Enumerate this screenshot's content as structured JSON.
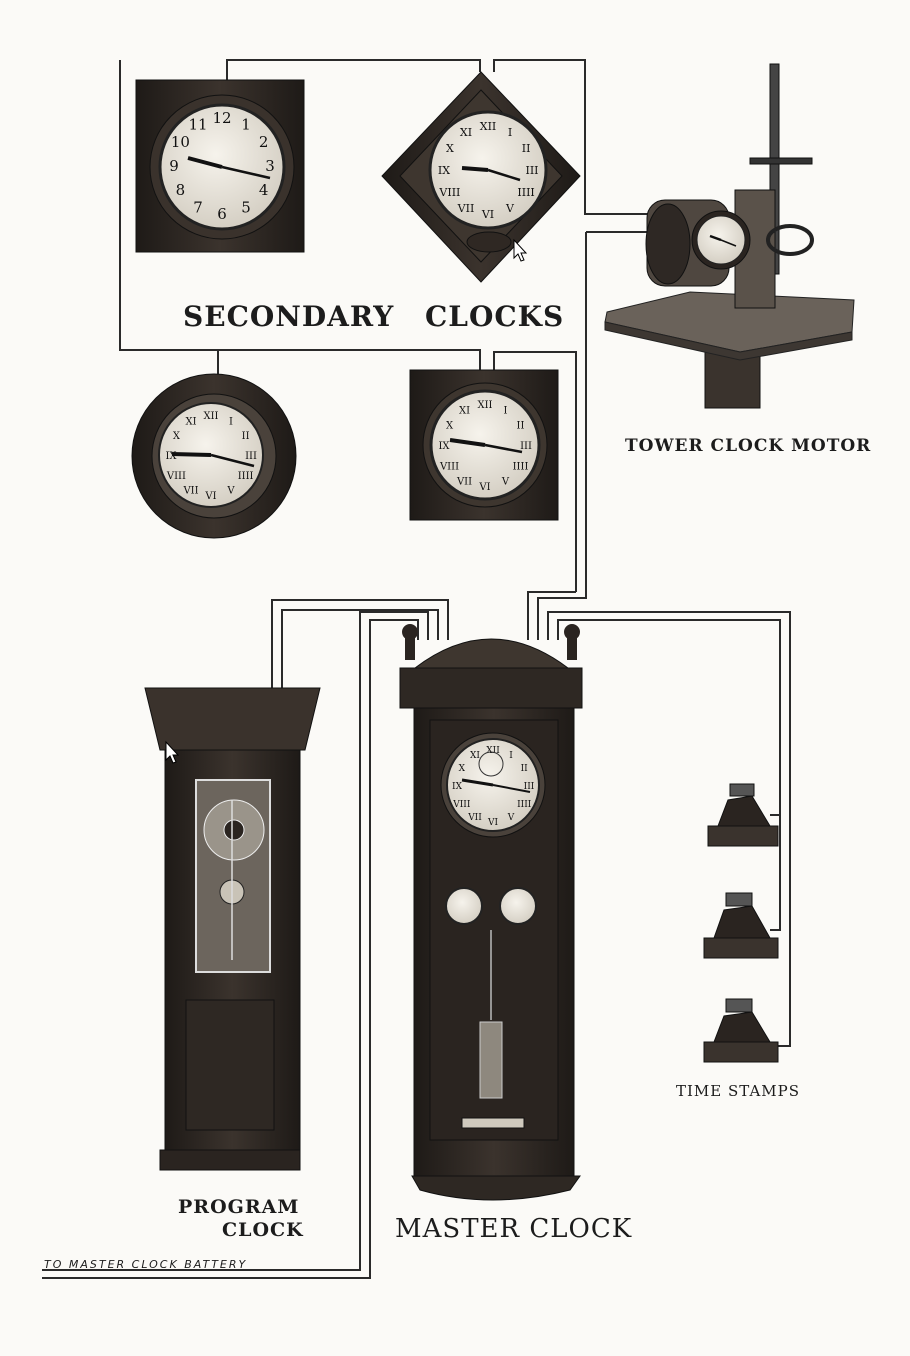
{
  "labels": {
    "secondary_clocks": "SECONDARY CLOCKS",
    "tower_clock_motor": "TOWER CLOCK MOTOR",
    "program_clock_line1": "PROGRAM",
    "program_clock_line2": "CLOCK",
    "master_clock": "MASTER CLOCK",
    "time_stamps": "TIME STAMPS",
    "battery_note": "TO MASTER CLOCK BATTERY"
  },
  "clock_numerals_arabic": [
    "12",
    "1",
    "2",
    "3",
    "4",
    "5",
    "6",
    "7",
    "8",
    "9",
    "10",
    "11"
  ],
  "clock_numerals_roman": [
    "XII",
    "I",
    "II",
    "III",
    "IIII",
    "V",
    "VI",
    "VII",
    "VIII",
    "IX",
    "X",
    "XI"
  ],
  "colors": {
    "ink": "#1c1c1c",
    "wood": "#2b2622",
    "wood_light": "#4a423b",
    "face": "#ebe7df",
    "wire": "#2a2a2a",
    "paper": "#fbfaf7"
  }
}
